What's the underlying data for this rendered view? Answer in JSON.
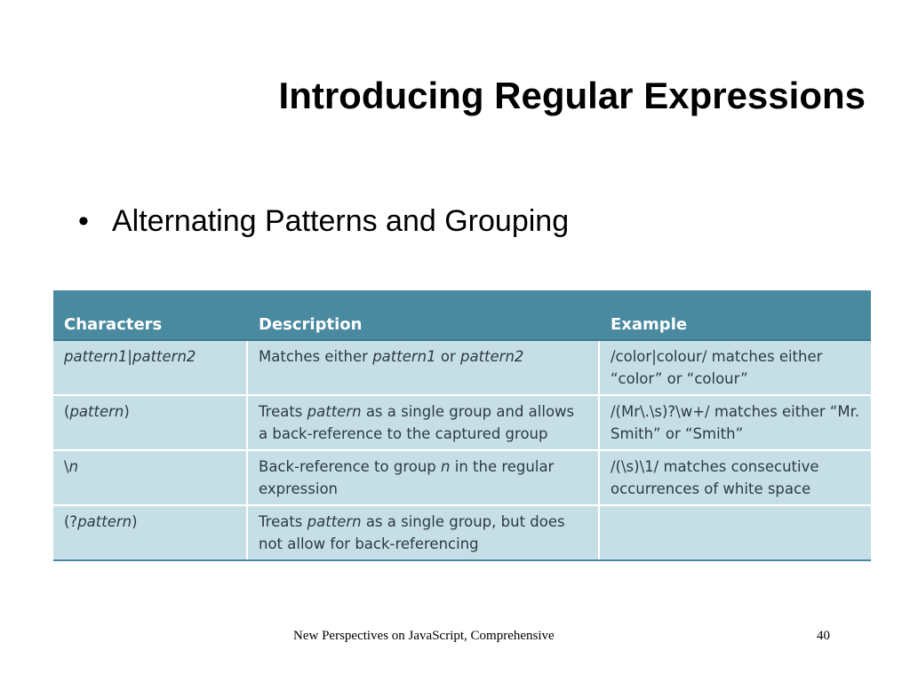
{
  "slide": {
    "title": "Introducing Regular Expressions",
    "bullet": "Alternating Patterns and Grouping",
    "bullet_marker": "•"
  },
  "table": {
    "headers": [
      "Characters",
      "Description",
      "Example"
    ],
    "rows": [
      {
        "characters": [
          {
            "t": "pattern1",
            "i": true
          },
          {
            "t": "|",
            "i": false
          },
          {
            "t": "pattern2",
            "i": true
          }
        ],
        "description": [
          {
            "t": "Matches either ",
            "i": false
          },
          {
            "t": "pattern1",
            "i": true
          },
          {
            "t": " or ",
            "i": false
          },
          {
            "t": "pattern2",
            "i": true
          }
        ],
        "example": [
          {
            "t": "/color|colour/ matches either “color” or “colour”",
            "i": false
          }
        ]
      },
      {
        "characters": [
          {
            "t": "(",
            "i": false
          },
          {
            "t": "pattern",
            "i": true
          },
          {
            "t": ")",
            "i": false
          }
        ],
        "description": [
          {
            "t": "Treats ",
            "i": false
          },
          {
            "t": "pattern",
            "i": true
          },
          {
            "t": " as a single group and allows a back-reference to the captured group",
            "i": false
          }
        ],
        "example": [
          {
            "t": "/(Mr\\.\\s)?\\w+/ matches either “Mr. Smith” or “Smith”",
            "i": false
          }
        ]
      },
      {
        "characters": [
          {
            "t": "\\",
            "i": false
          },
          {
            "t": "n",
            "i": true
          }
        ],
        "description": [
          {
            "t": "Back-reference to group ",
            "i": false
          },
          {
            "t": "n",
            "i": true
          },
          {
            "t": " in the regular expression",
            "i": false
          }
        ],
        "example": [
          {
            "t": "/(\\s)\\1/ matches consecutive occurrences of white space",
            "i": false
          }
        ]
      },
      {
        "characters": [
          {
            "t": "(?",
            "i": false
          },
          {
            "t": "pattern",
            "i": true
          },
          {
            "t": ")",
            "i": false
          }
        ],
        "description": [
          {
            "t": "Treats ",
            "i": false
          },
          {
            "t": "pattern",
            "i": true
          },
          {
            "t": " as a single group, but does not allow for back-referencing",
            "i": false
          }
        ],
        "example": []
      }
    ]
  },
  "footer": {
    "text": "New Perspectives on JavaScript, Comprehensive",
    "page_number": "40"
  },
  "colors": {
    "header_bg": "#4a8aa1",
    "row_bg": "#c6dfe6",
    "header_text": "#ffffff"
  }
}
